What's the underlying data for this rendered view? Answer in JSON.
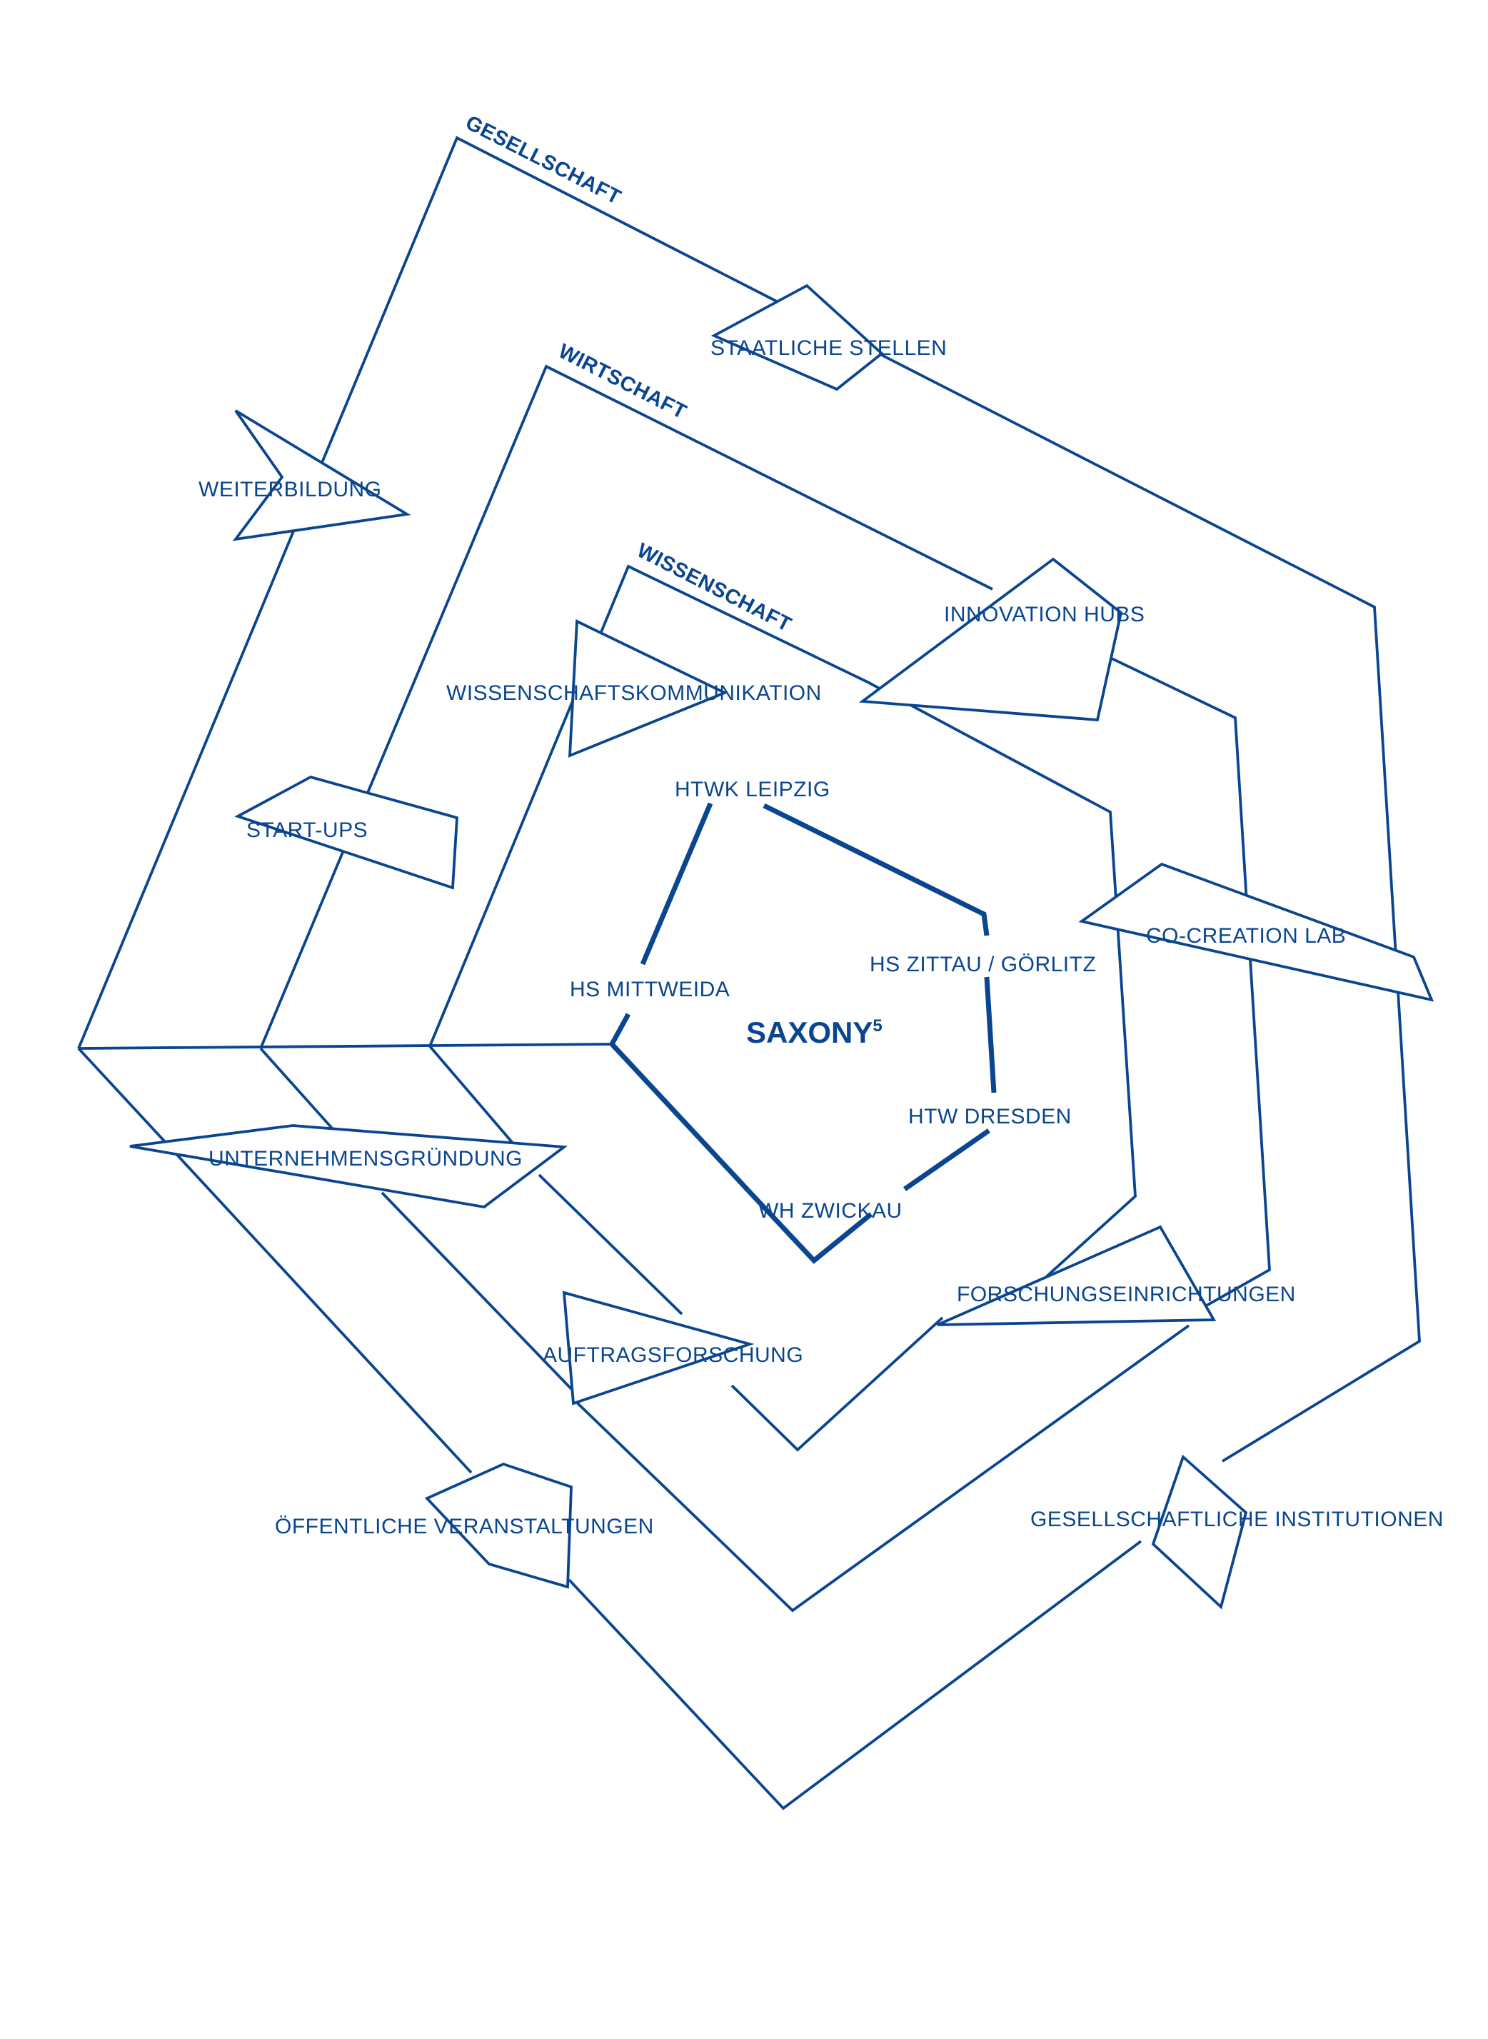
{
  "accent_color": "#0a4590",
  "center": {
    "title": "SAXONY",
    "superscript": "5"
  },
  "rings": {
    "outer": "GESELLSCHAFT",
    "middle": "WIRTSCHAFT",
    "inner": "WISSENSCHAFT"
  },
  "universities": {
    "leipzig": "HTWK LEIPZIG",
    "zittau": "HS ZITTAU / GÖRLITZ",
    "dresden": "HTW DRESDEN",
    "zwickau": "WH ZWICKAU",
    "mittweida": "HS MITTWEIDA"
  },
  "labels": {
    "staatliche_stellen": "STAATLICHE STELLEN",
    "weiterbildung": "WEITERBILDUNG",
    "innovation_hubs": "INNOVATION HUBS",
    "wissenschaftskommunikation": "WISSENSCHAFTSKOMMUNIKATION",
    "start_ups": "START-UPS",
    "co_creation_lab": "CO-CREATION LAB",
    "unternehmensgruendung": "UNTERNEHMENSGRÜNDUNG",
    "forschungseinrichtungen": "FORSCHUNGSEINRICHTUNGEN",
    "auftragsforschung": "AUFTRAGSFORSCHUNG",
    "oeffentliche_veranstaltungen": "ÖFFENTLICHE VERANSTALTUNGEN",
    "gesellschaftliche_institutionen": "GESELLSCHAFTLICHE INSTITUTIONEN"
  }
}
